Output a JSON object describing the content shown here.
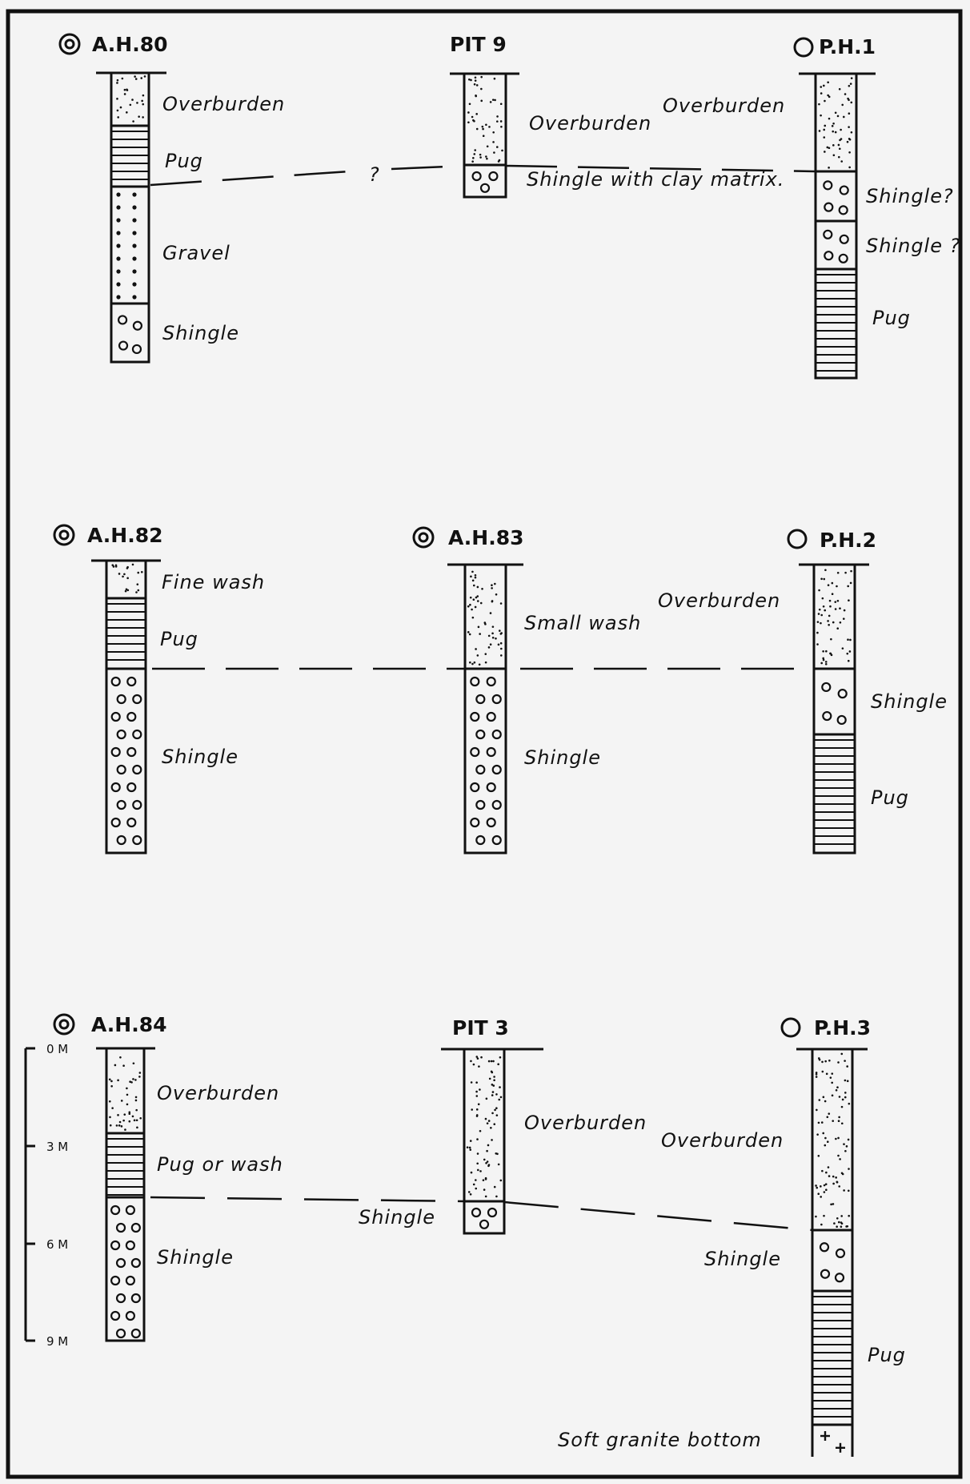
{
  "columns": [
    {
      "id": "ah80",
      "title": "A.H.80",
      "symbol": "double-circle-icon",
      "layers": [
        {
          "type": "dots_fine",
          "label": "Overburden"
        },
        {
          "type": "lines",
          "label": "Pug"
        },
        {
          "type": "dots",
          "label": "Gravel"
        },
        {
          "type": "circles",
          "label": "Shingle"
        }
      ]
    },
    {
      "id": "pit9",
      "title": "PIT 9",
      "symbol": "",
      "layers": [
        {
          "type": "dots_fine",
          "label": "Overburden"
        },
        {
          "type": "circles",
          "label": "Shingle with clay matrix."
        }
      ]
    },
    {
      "id": "ph1",
      "title": "P.H.1",
      "symbol": "circle-icon",
      "layers": [
        {
          "type": "dots_fine",
          "label": "Overburden"
        },
        {
          "type": "circles",
          "label": "Shingle?"
        },
        {
          "type": "circles",
          "label": "Shingle ?"
        },
        {
          "type": "lines",
          "label": "Pug"
        }
      ]
    },
    {
      "id": "ah82",
      "title": "A.H.82",
      "symbol": "double-circle-icon",
      "layers": [
        {
          "type": "dots_fine",
          "label": "Fine wash"
        },
        {
          "type": "lines",
          "label": "Pug"
        },
        {
          "type": "circles",
          "label": "Shingle"
        }
      ]
    },
    {
      "id": "ah83",
      "title": "A.H.83",
      "symbol": "double-circle-icon",
      "layers": [
        {
          "type": "dots_fine",
          "label": "Small wash"
        },
        {
          "type": "circles",
          "label": "Shingle"
        }
      ]
    },
    {
      "id": "ph2",
      "title": "P.H.2",
      "symbol": "circle-icon",
      "layers": [
        {
          "type": "dots_fine",
          "label": "Overburden"
        },
        {
          "type": "circles",
          "label": "Shingle"
        },
        {
          "type": "lines",
          "label": "Pug"
        }
      ]
    },
    {
      "id": "ah84",
      "title": "A.H.84",
      "symbol": "double-circle-icon",
      "layers": [
        {
          "type": "dots_fine",
          "label": "Overburden"
        },
        {
          "type": "lines",
          "label": "Pug or wash"
        },
        {
          "type": "circles",
          "label": "Shingle"
        }
      ]
    },
    {
      "id": "pit3",
      "title": "PIT 3",
      "symbol": "",
      "layers": [
        {
          "type": "dots_fine",
          "label": "Overburden"
        },
        {
          "type": "circles",
          "label": "Shingle"
        }
      ]
    },
    {
      "id": "ph3",
      "title": "P.H.3",
      "symbol": "circle-icon",
      "layers": [
        {
          "type": "dots_fine",
          "label": "Overburden"
        },
        {
          "type": "circles",
          "label": "Shingle"
        },
        {
          "type": "lines",
          "label": "Pug"
        },
        {
          "type": "crosses",
          "label": "Soft granite bottom"
        }
      ]
    }
  ],
  "correlation_marker": "?",
  "scale": {
    "labels": [
      "0 M",
      "3 M",
      "6 M",
      "9 M"
    ]
  }
}
